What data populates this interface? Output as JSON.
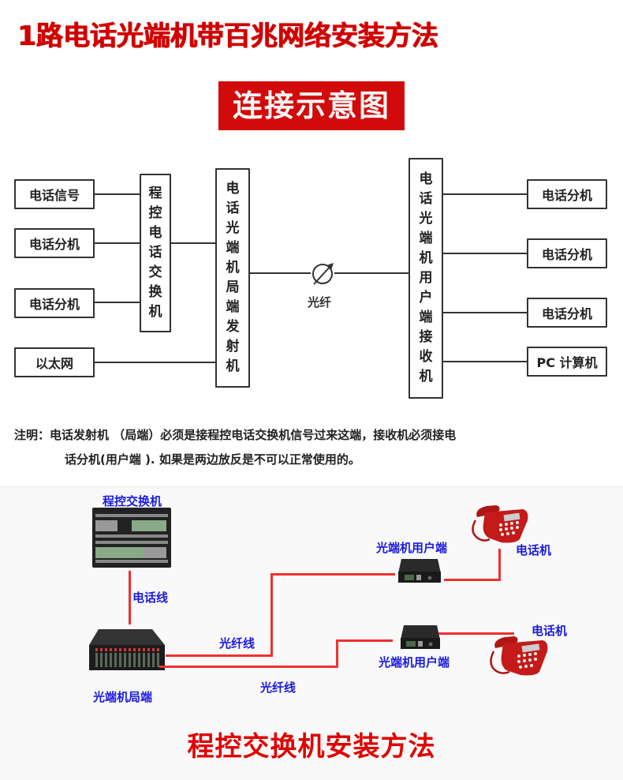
{
  "title": "1路电话光端机带百兆网络安装方法",
  "banner": "连接示意图",
  "diagram": {
    "left_inputs": [
      "电话信号",
      "电话分机",
      "电话分机",
      "以太网"
    ],
    "switch": [
      "程",
      "控",
      "电",
      "话",
      "交",
      "换",
      "机"
    ],
    "transmitter": [
      "电",
      "话",
      "光",
      "端",
      "机",
      "局",
      "端",
      "发",
      "射",
      "机"
    ],
    "fiber_label": "光纤",
    "receiver": [
      "电",
      "话",
      "光",
      "端",
      "机",
      "用",
      "户",
      "端",
      "接",
      "收",
      "机"
    ],
    "right_outputs": [
      "电话分机",
      "电话分机",
      "电话分机",
      "PC 计算机"
    ]
  },
  "note": {
    "line1": "注明：电话发射机 （局端）必须是接程控电话交换机信号过来这端，接收机必须接电",
    "line2": "话分机(用户端 ). 如果是两边放反是不可以正常使用的。"
  },
  "photo": {
    "pbx_label": "程控交换机",
    "phone_line_label": "电话线",
    "central_label": "光端机局端",
    "fiber_line_label_1": "光纤线",
    "fiber_line_label_2": "光纤线",
    "user_end_label_1": "光端机用户端",
    "user_end_label_2": "光端机用户端",
    "phone_label_1": "电话机",
    "phone_label_2": "电话机",
    "wire_color": "#f03030",
    "label_color": "#1a1ae0"
  },
  "bottom_title": "程控交换机安装方法"
}
